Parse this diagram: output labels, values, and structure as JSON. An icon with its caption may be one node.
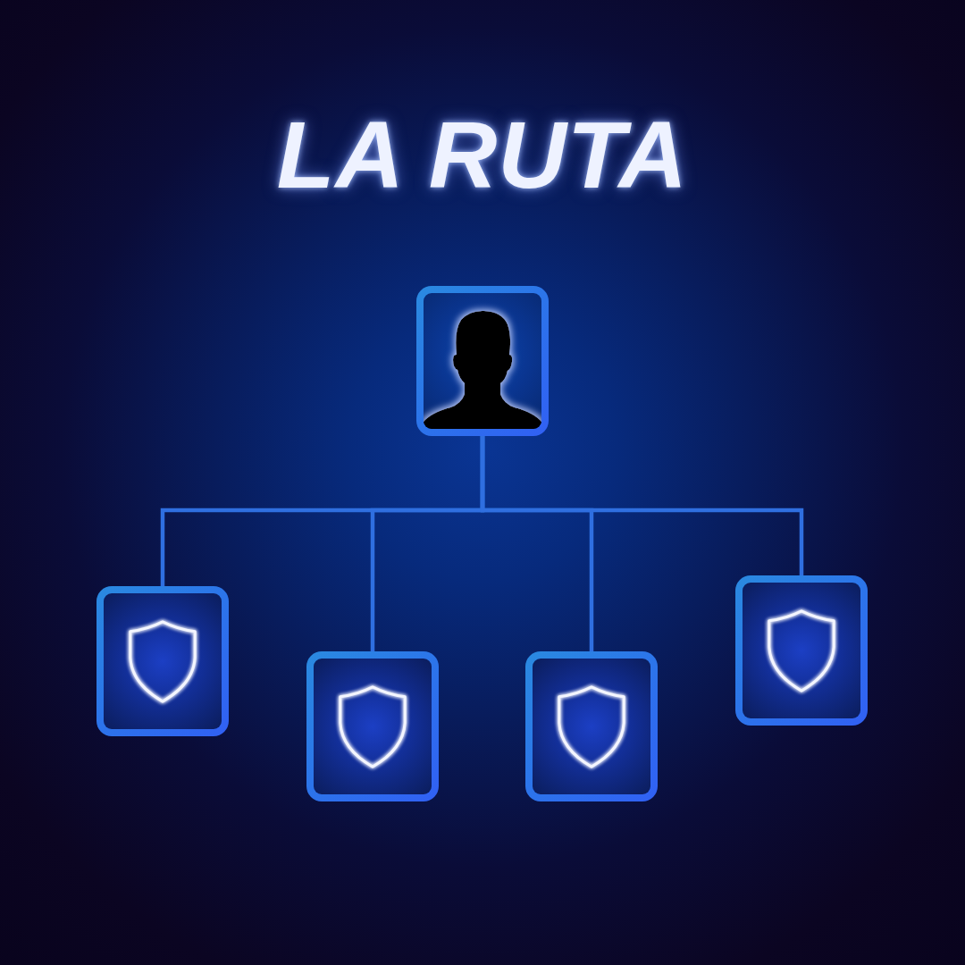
{
  "diagram": {
    "title": "LA RUTA",
    "nodes": [
      {
        "text": [],
        "shape": "person"
      },
      {
        "text": [],
        "shape": "shield"
      },
      {
        "text": [],
        "shape": "shield"
      },
      {
        "text": [],
        "shape": "shield"
      },
      {
        "text": [],
        "shape": "shield"
      }
    ],
    "edges": [
      {
        "from": 0,
        "to": 1,
        "arrow": "none"
      },
      {
        "from": 0,
        "to": 2,
        "arrow": "none"
      },
      {
        "from": 0,
        "to": 3,
        "arrow": "none"
      },
      {
        "from": 0,
        "to": 4,
        "arrow": "none"
      }
    ]
  }
}
